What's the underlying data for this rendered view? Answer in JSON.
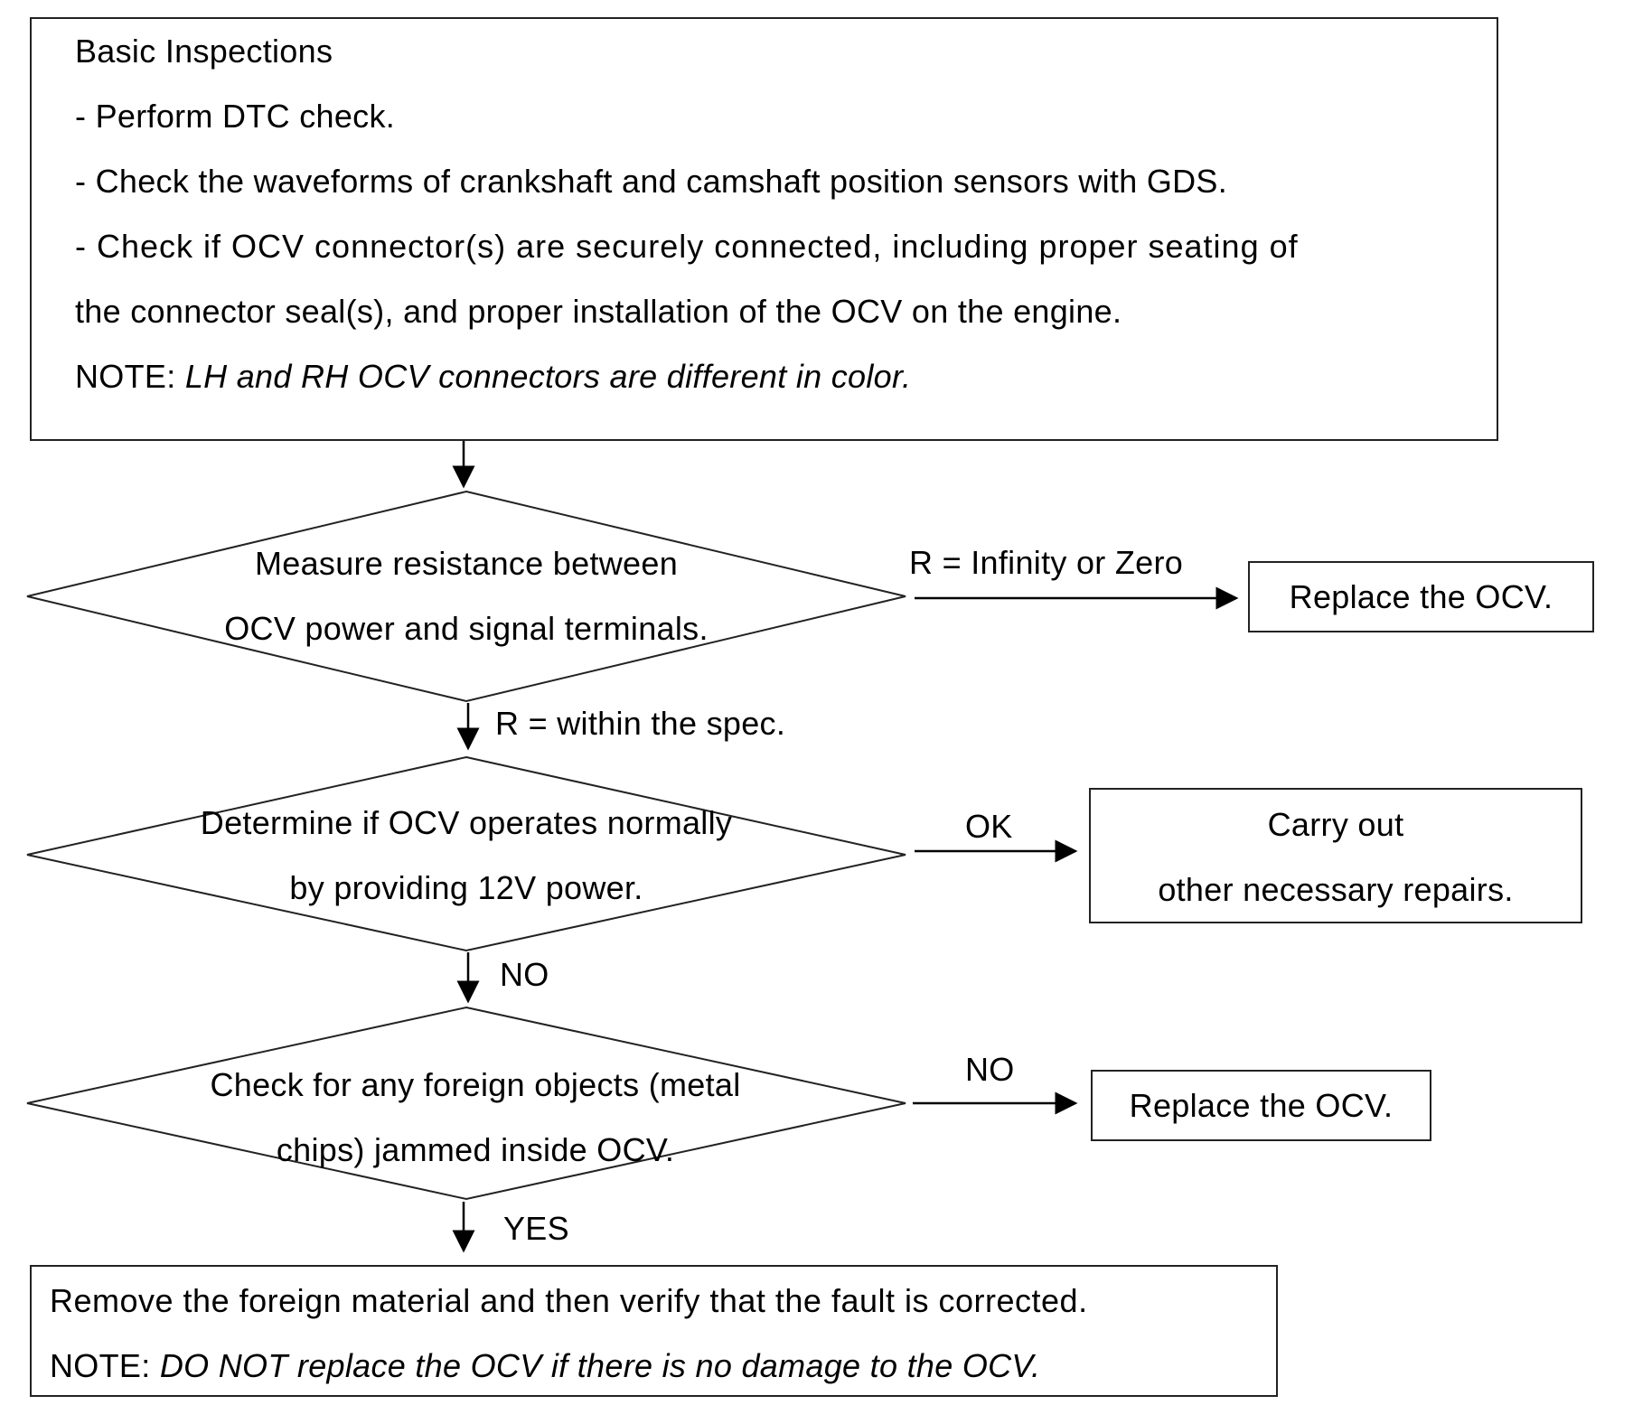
{
  "basic": {
    "title": "Basic Inspections",
    "step1": "- Perform DTC check.",
    "step2": "- Check the waveforms of crankshaft and camshaft position sensors with GDS.",
    "step3a": "- Check if OCV connector(s) are securely connected, including proper seating of",
    "step3b": "the connector seal(s), and proper installation of the OCV on the engine.",
    "note_label": "NOTE: ",
    "note_text": "LH and RH OCV connectors are different in color."
  },
  "decision1": {
    "line1": "Measure resistance between",
    "line2": "OCV power and signal terminals.",
    "right_label": "R = Infinity or Zero",
    "right_result": "Replace the OCV.",
    "down_label": "R = within the spec."
  },
  "decision2": {
    "line1": "Determine if OCV operates normally",
    "line2": "by providing 12V power.",
    "right_label": "OK",
    "right_result_line1": "Carry out",
    "right_result_line2": "other necessary repairs.",
    "down_label": "NO"
  },
  "decision3": {
    "line1": "Check for any foreign objects (metal",
    "line2": "chips) jammed inside OCV.",
    "right_label": "NO",
    "right_result": "Replace the OCV.",
    "down_label": "YES"
  },
  "final": {
    "line1": "Remove the foreign material and then verify that the fault is corrected.",
    "note_label": "NOTE: ",
    "note_text": "DO NOT replace the OCV if there is no damage to the OCV."
  }
}
